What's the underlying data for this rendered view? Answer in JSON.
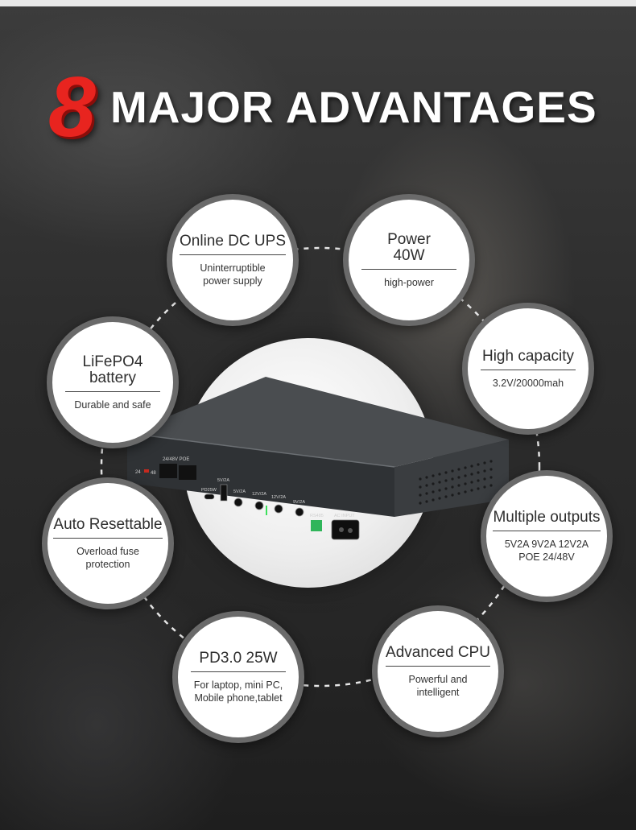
{
  "title": {
    "number": "8",
    "text": "MAJOR ADVANTAGES"
  },
  "colors": {
    "accent": "#e8241f",
    "badge_border": "#6a6a6a",
    "device_body": "#3a3d40"
  },
  "features": [
    {
      "heading": "Online DC UPS",
      "sub": "Uninterruptible\npower supply"
    },
    {
      "heading": "Power\n40W",
      "sub": "high-power"
    },
    {
      "heading": "High capacity",
      "sub": "3.2V/20000mah"
    },
    {
      "heading": "Multiple outputs",
      "sub": "5V2A 9V2A 12V2A\nPOE 24/48V"
    },
    {
      "heading": "Advanced CPU",
      "sub": "Powerful and\nintelligent"
    },
    {
      "heading": "PD3.0 25W",
      "sub": "For laptop, mini PC,\nMobile phone,tablet"
    },
    {
      "heading": "Auto Resettable",
      "sub": "Overload fuse\nprotection"
    },
    {
      "heading": "LiFePO4\nbattery",
      "sub": "Durable and safe"
    }
  ],
  "device": {
    "port_labels": {
      "poe": "24/48V POE",
      "switch_24": "24",
      "switch_48": "48",
      "pd": "PD25W",
      "usb": "5V/2A",
      "dc1": "5V/2A",
      "dc2": "12V/2A",
      "dc3": "12V/2A",
      "dc4": "9V/2A",
      "rs485": "RS485",
      "ac": "AC INPUT"
    }
  }
}
